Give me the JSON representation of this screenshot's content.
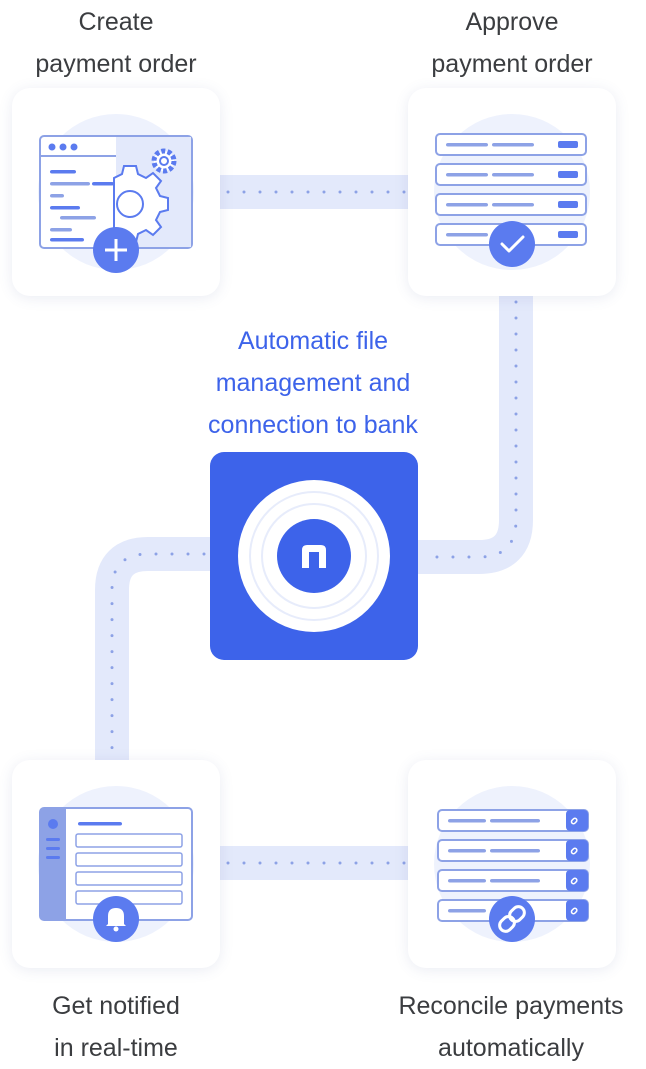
{
  "steps": {
    "create": {
      "line1": "Create",
      "line2": "payment order",
      "icon": "settings-plus-icon"
    },
    "approve": {
      "line1": "Approve",
      "line2": "payment order",
      "icon": "checklist-check-icon"
    },
    "notify": {
      "line1": "Get notified",
      "line2": "in real-time",
      "icon": "bell-icon"
    },
    "reconcile": {
      "line1": "Reconcile payments",
      "line2": "automatically",
      "icon": "link-icon"
    }
  },
  "hub": {
    "line1": "Automatic file",
    "line2": "management and",
    "line3": "connection to bank",
    "icon": "bank-logo-icon"
  },
  "colors": {
    "accent": "#3d63ea",
    "path": "#e3e9fb",
    "icon_fill": "#5b7bef",
    "light": "#eef2fd"
  }
}
